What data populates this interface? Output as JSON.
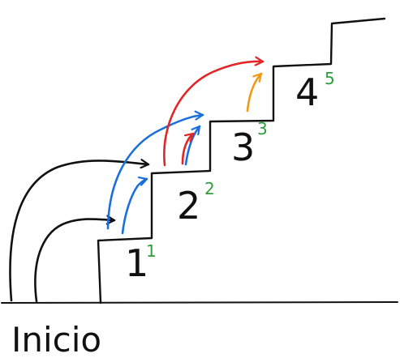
{
  "start_label": "Inicio",
  "steps": [
    {
      "number": "1",
      "count": "1"
    },
    {
      "number": "2",
      "count": "2"
    },
    {
      "number": "3",
      "count": "3"
    },
    {
      "number": "4",
      "count": "5"
    }
  ],
  "colors": {
    "ink": "#111111",
    "count": "#2e9e3a",
    "one_step_arrows": "#1a6fdc",
    "two_step_arrows": "#e02626",
    "black_arrows": "#111111",
    "last_arrow": "#f09a18"
  }
}
